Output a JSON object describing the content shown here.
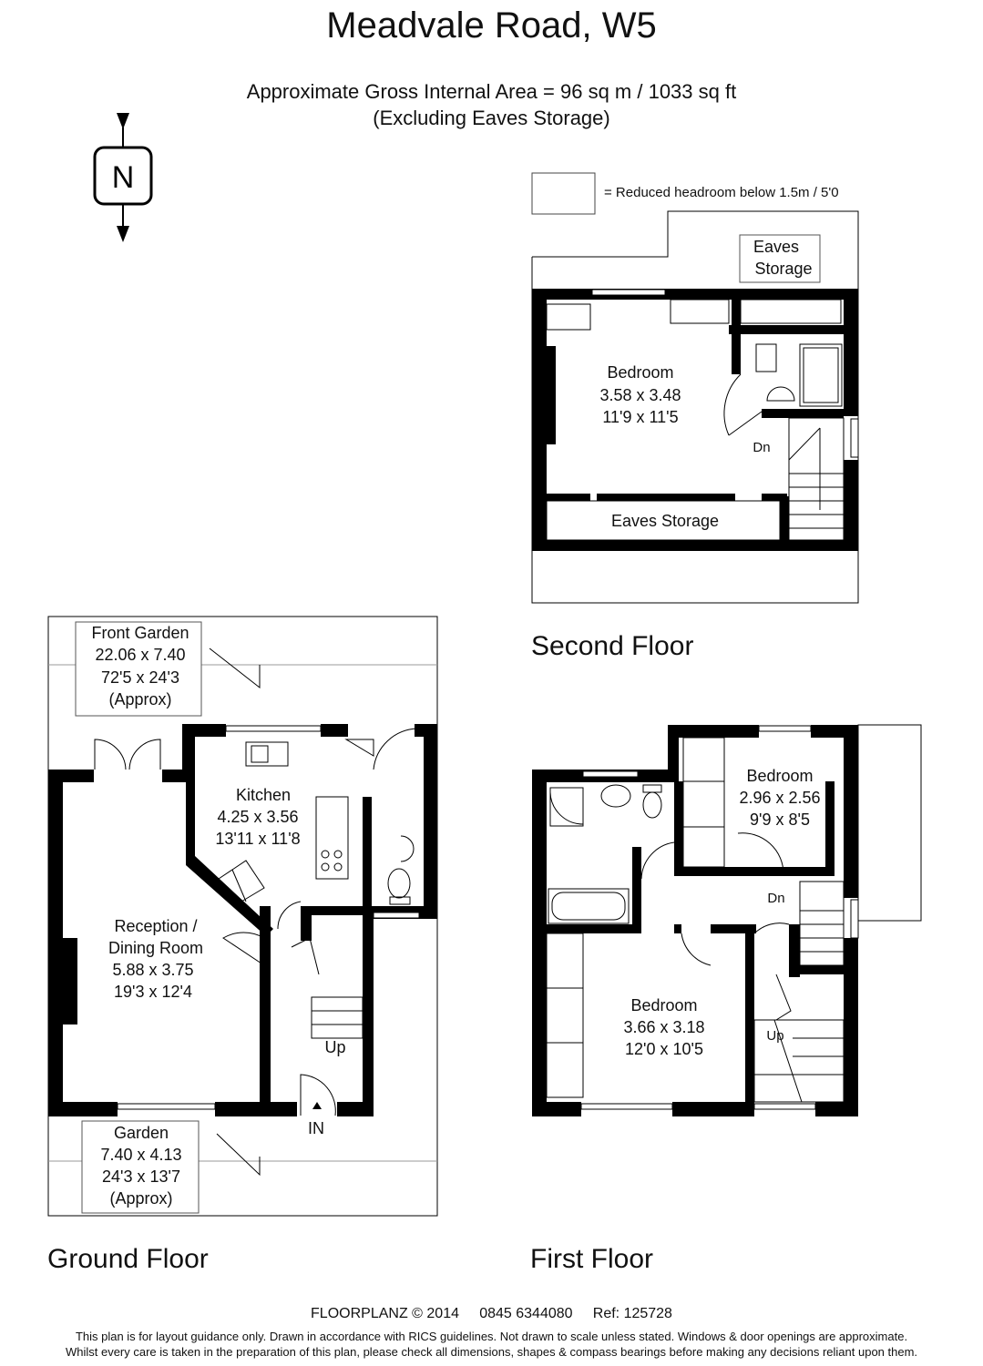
{
  "header": {
    "title": "Meadvale Road, W5",
    "area_line": "Approximate Gross Internal Area = 96 sq m / 1033 sq ft",
    "area_note": "(Excluding Eaves Storage)"
  },
  "compass": {
    "letter": "N",
    "icon": "north-compass-icon"
  },
  "legend": {
    "text": "= Reduced headroom below 1.5m / 5'0"
  },
  "floors": {
    "second": {
      "label": "Second Floor",
      "rooms": {
        "bedroom": {
          "name": "Bedroom",
          "metric": "3.58 x 3.48",
          "imperial": "11'9 x 11'5"
        },
        "eaves_top": {
          "line1": "Eaves",
          "line2": "Storage"
        },
        "eaves_bottom": {
          "name": "Eaves Storage"
        }
      },
      "stairs": "Dn"
    },
    "ground": {
      "label": "Ground Floor",
      "rooms": {
        "front_garden": {
          "name": "Front Garden",
          "metric": "22.06 x 7.40",
          "imperial": "72'5 x 24'3",
          "note": "(Approx)"
        },
        "kitchen": {
          "name": "Kitchen",
          "metric": "4.25 x 3.56",
          "imperial": "13'11 x 11'8"
        },
        "reception": {
          "name1": "Reception /",
          "name2": "Dining Room",
          "metric": "5.88 x 3.75",
          "imperial": "19'3 x 12'4"
        },
        "garden": {
          "name": "Garden",
          "metric": "7.40 x 4.13",
          "imperial": "24'3 x 13'7",
          "note": "(Approx)"
        }
      },
      "stairs": "Up",
      "entrance": "IN"
    },
    "first": {
      "label": "First Floor",
      "rooms": {
        "bedroom_small": {
          "name": "Bedroom",
          "metric": "2.96 x 2.56",
          "imperial": "9'9 x 8'5"
        },
        "bedroom_large": {
          "name": "Bedroom",
          "metric": "3.66 x 3.18",
          "imperial": "12'0 x 10'5"
        }
      },
      "stairs_down": "Dn",
      "stairs_up": "Up"
    }
  },
  "footer": {
    "main": "FLOORPLANZ © 2014     0845 6344080     Ref: 125728",
    "disclaimer1": "This plan is for layout guidance only. Drawn in accordance with RICS guidelines. Not drawn to scale unless stated. Windows & door openings are approximate.",
    "disclaimer2": "Whilst every care is taken in the preparation of this plan, please check all dimensions, shapes & compass bearings before making any decisions reliant upon them."
  }
}
